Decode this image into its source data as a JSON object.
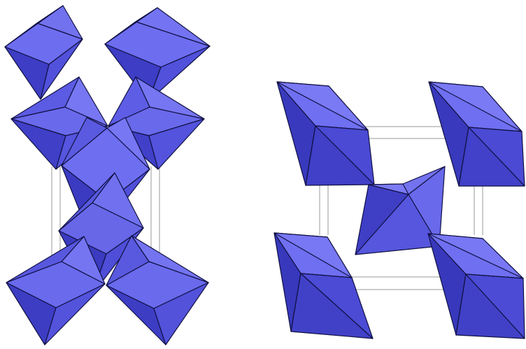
{
  "colors": {
    "background": "#ffffff",
    "polyhedron_fill": "#4b4bd8",
    "polyhedron_light": "#6d6df0",
    "polyhedron_dark": "#2f2fa8",
    "edge": "#111144",
    "cell": "#9a9a9a"
  },
  "left_structure": {
    "kind": "layered perovskite polyhedra",
    "octahedra_count": 8
  },
  "right_structure": {
    "kind": "perovskite polyhedra",
    "octahedra_count": 5
  }
}
